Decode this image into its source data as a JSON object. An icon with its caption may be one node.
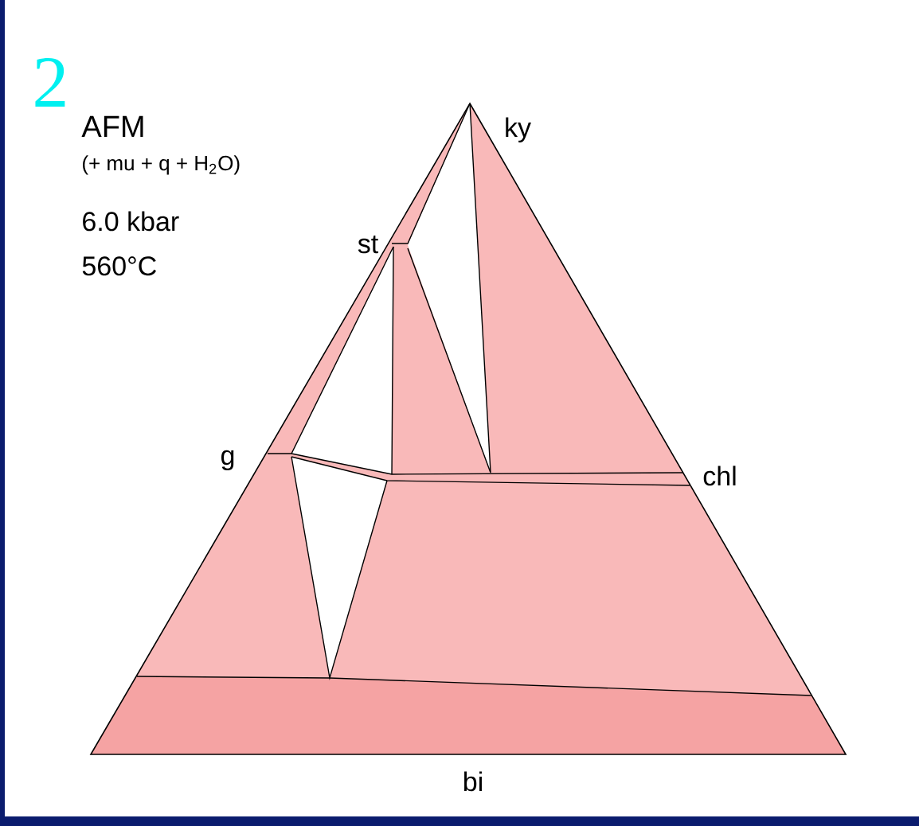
{
  "diagram": {
    "labels": [
      "2",
      "AFM",
      "(+ mu + q + H$_{2}$O)",
      "6.0 kbar",
      "560°C",
      "ky",
      "st",
      "g",
      "chl",
      "bi"
    ]
  }
}
